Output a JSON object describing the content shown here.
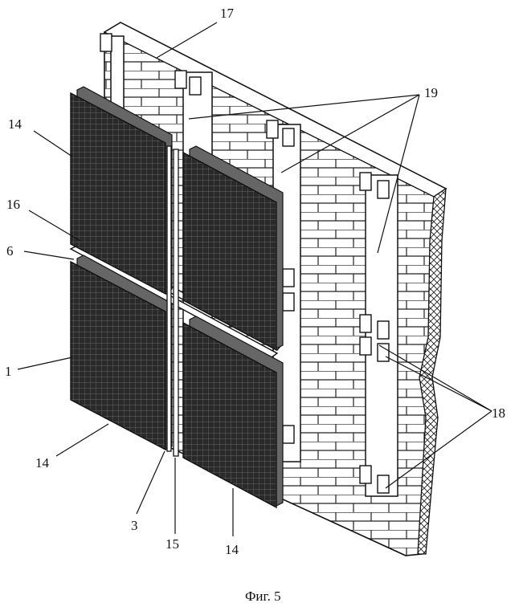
{
  "figure": {
    "caption": "Фиг. 5",
    "labels": {
      "l17": "17",
      "l19": "19",
      "l14a": "14",
      "l16": "16",
      "l6": "6",
      "l1": "1",
      "l14b": "14",
      "l3": "3",
      "l15": "15",
      "l14c": "14",
      "l18": "18"
    }
  }
}
